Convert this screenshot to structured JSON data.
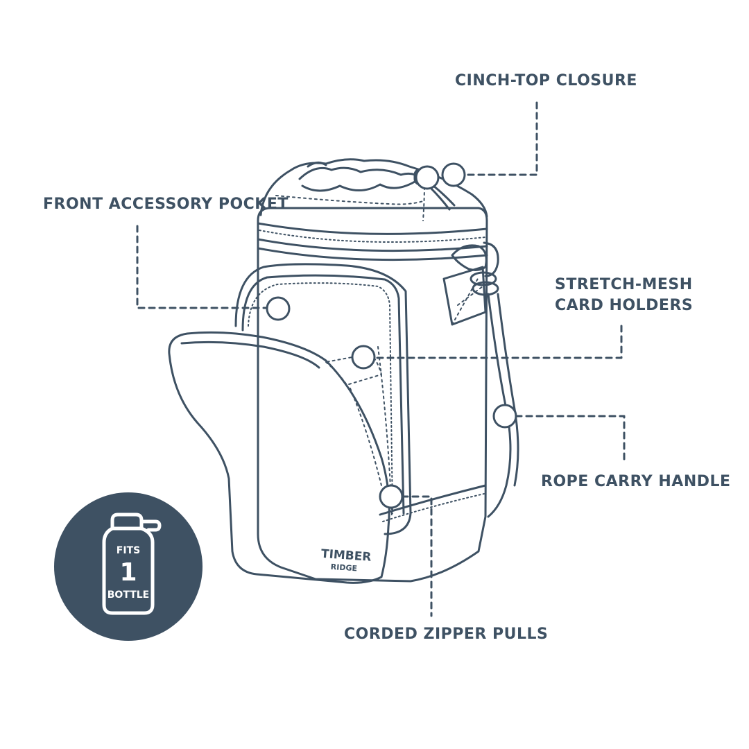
{
  "product": {
    "brand_logo": "TIMBER RIDGE"
  },
  "callouts": {
    "cinch_top": "CINCH-TOP CLOSURE",
    "front_pocket": "FRONT ACCESSORY POCKET",
    "card_holders_line1": "STRETCH-MESH",
    "card_holders_line2": "CARD HOLDERS",
    "carry_handle": "ROPE CARRY HANDLE",
    "zipper_pulls": "CORDED ZIPPER PULLS"
  },
  "badge": {
    "line1": "FITS",
    "count": "1",
    "line2": "BOTTLE",
    "icon": "water-bottle-icon"
  },
  "colors": {
    "ink": "#3e5163",
    "background": "#ffffff",
    "badge_fill": "#3e5163",
    "badge_text": "#ffffff"
  }
}
